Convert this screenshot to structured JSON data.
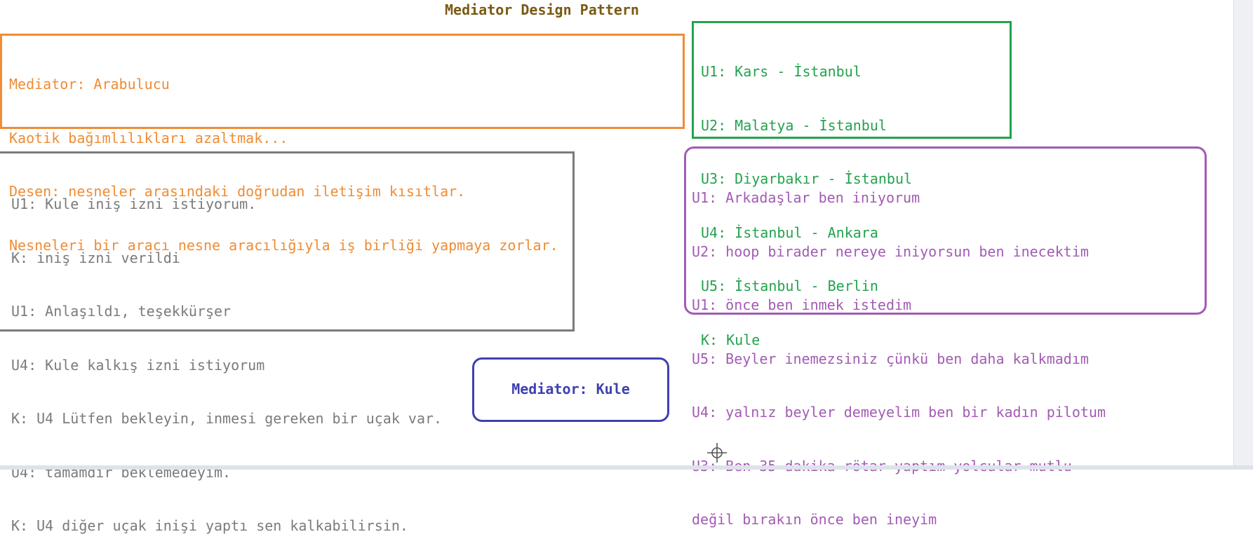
{
  "title": "Mediator Design Pattern",
  "definition_box": {
    "lines": [
      "Mediator: Arabulucu",
      "Kaotik bağımlılıkları azaltmak...",
      "Desen: nesneler arasındaki doğrudan iletişim kısıtlar.",
      "Nesneleri bir aracı nesne aracılığıyla iş birliği yapmaya zorlar."
    ],
    "color": "#ef8c34"
  },
  "legend_box": {
    "lines": [
      "U1: Kars - İstanbul",
      "U2: Malatya - İstanbul",
      "U3: Diyarbakır - İstanbul",
      "U4: İstanbul - Ankara",
      "U5: İstanbul - Berlin",
      "K: Kule"
    ],
    "color": "#24a24e"
  },
  "with_mediator_box": {
    "lines": [
      "U1: Kule iniş izni istiyorum.",
      "K: iniş izni verildi",
      "U1: Anlaşıldı, teşekkürşer",
      "U4: Kule kalkış izni istiyorum",
      "K: U4 Lütfen bekleyin, inmesi gereken bir uçak var.",
      "U4: tamamdır beklemedeyim.",
      "K: U4 diğer uçak inişi yaptı sen kalkabilirsin."
    ],
    "color": "#7b7b7b"
  },
  "without_mediator_box": {
    "lines": [
      "U1: Arkadaşlar ben iniyorum",
      "U2: hoop birader nereye iniyorsun ben inecektim",
      "U1: önce ben inmek istedim",
      "U5: Beyler inemezsiniz çünkü ben daha kalkmadım",
      "U4: yalnız beyler demeyelim ben bir kadın pilotum",
      "U3: Ben 35 dakika rötar yaptım yolcular mutlu",
      "değil bırakın önce ben ineyim"
    ],
    "color": "#a25bb3"
  },
  "mediator_box": {
    "label": "Mediator: Kule",
    "color": "#4040b0"
  },
  "cursor_icon": "crosshair-icon"
}
